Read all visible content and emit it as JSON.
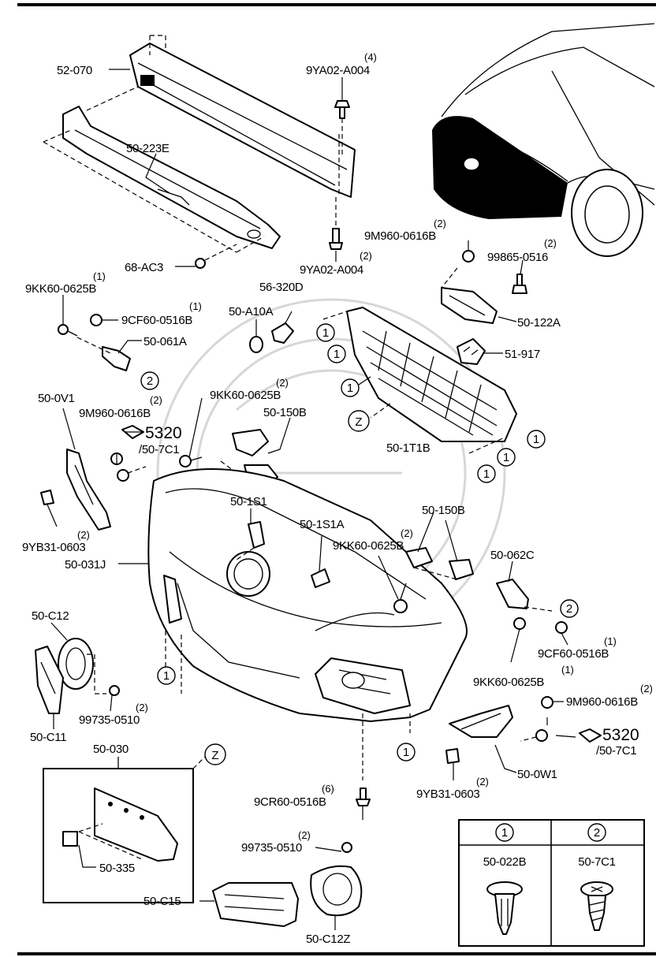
{
  "labels": {
    "reinforcement": "52-070",
    "absorber": "50-223E",
    "bolt_top": "9YA02-A004",
    "bolt_top_qty": "(4)",
    "bolt_mid": "9YA02-A004",
    "bolt_mid_qty": "(2)",
    "screw_68": "68-AC3",
    "screw_9m960_top": "9M960-0616B",
    "screw_9m960_top_qty": "(2)",
    "bolt_99865": "99865-0516",
    "bolt_99865_qty": "(2)",
    "bracket_122a": "50-122A",
    "label_51917": "51-917",
    "bolt_9kk60_top": "9KK60-0625B",
    "bolt_9kk60_top_qty": "(1)",
    "screw_9cf60_top": "9CF60-0516B",
    "screw_9cf60_top_qty": "(1)",
    "bracket_061a": "50-061A",
    "bracket_56320d": "56-320D",
    "clip_a10a": "50-A10A",
    "side_0v1": "50-0V1",
    "screw_9m960_left": "9M960-0616B",
    "screw_9m960_left_qty": "(2)",
    "bolt_9kk60_mid": "9KK60-0625B",
    "bolt_9kk60_mid_qty": "(2)",
    "ref_5320_left": "5320",
    "ref_507c1_left": "/50-7C1",
    "bracket_150b_top": "50-150B",
    "grille_1t1b": "50-1T1B",
    "nut_9yb31_left": "9YB31-0603",
    "nut_9yb31_left_qty": "(2)",
    "bumper_031j": "50-031J",
    "piece_1s1": "50-1S1",
    "piece_1s1a": "50-1S1A",
    "bracket_150b_right": "50-150B",
    "bolt_9kk60_right": "9KK60-0625B",
    "bolt_9kk60_right_qty": "(2)",
    "bracket_062c": "50-062C",
    "screw_9cf60_right": "9CF60-0516B",
    "screw_9cf60_right_qty": "(1)",
    "bolt_9kk60_low": "9KK60-0625B",
    "bolt_9kk60_low_qty": "(1)",
    "cover_c12": "50-C12",
    "screw_99735_left": "99735-0510",
    "screw_99735_left_qty": "(2)",
    "cover_c11": "50-C11",
    "screw_9m960_right": "9M960-0616B",
    "screw_9m960_right_qty": "(2)",
    "ref_5320_right": "5320",
    "ref_507c1_right": "/50-7C1",
    "side_0w1": "50-0W1",
    "nut_9yb31_right": "9YB31-0603",
    "nut_9yb31_right_qty": "(2)",
    "plate_030": "50-030",
    "bracket_335": "50-335",
    "screw_9cr60": "9CR60-0516B",
    "screw_9cr60_qty": "(6)",
    "screw_99735_bottom": "99735-0510",
    "screw_99735_bottom_qty": "(2)",
    "cover_c15": "50-C15",
    "cover_c12z": "50-C12Z"
  },
  "callouts": {
    "one": "1",
    "two": "2",
    "z": "Z"
  },
  "legend": {
    "col1_symbol": "1",
    "col2_symbol": "2",
    "col1_part": "50-022B",
    "col2_part": "50-7C1"
  }
}
